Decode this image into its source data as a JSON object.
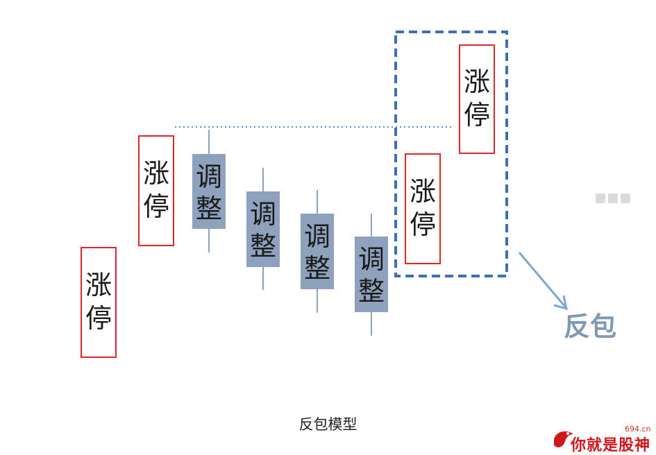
{
  "diagram": {
    "limit_up_text": [
      "涨",
      "停"
    ],
    "adjust_text": [
      "调",
      "整"
    ],
    "reversal_label": "反包",
    "colors": {
      "limit_up_border": "#e0262a",
      "adjust_fill": "#8ea2be",
      "wick": "#8ea2be",
      "dotted_line": "#5b8ec9",
      "dashed_box": "#3b70b8",
      "arrow": "#7fa6cf"
    }
  },
  "caption": "反包模型",
  "logo": {
    "site": "694.cn",
    "text": "你就是股神",
    "icon": "fish-logo-icon"
  }
}
